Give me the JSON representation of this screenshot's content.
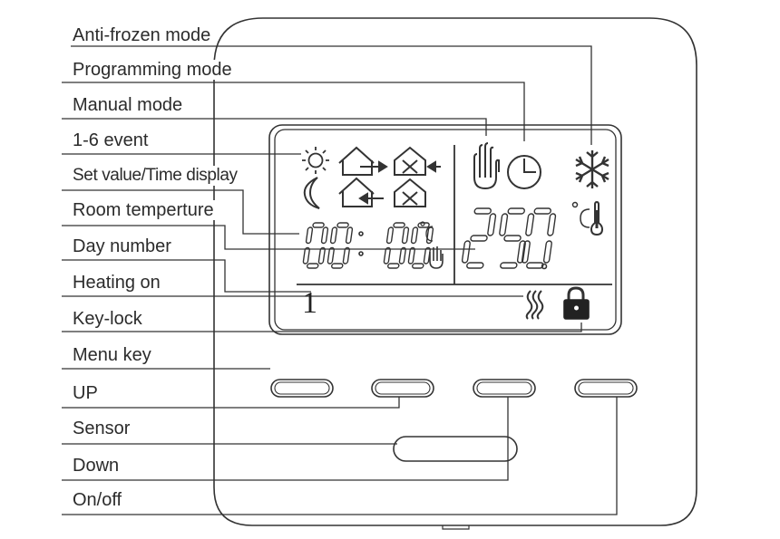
{
  "labels": [
    {
      "id": "anti-frozen-mode",
      "text": "Anti-frozen mode"
    },
    {
      "id": "programming-mode",
      "text": "Programming mode"
    },
    {
      "id": "manual-mode",
      "text": "Manual mode"
    },
    {
      "id": "event",
      "text": "1-6 event"
    },
    {
      "id": "set-value-time-display",
      "text": "Set value/Time display"
    },
    {
      "id": "room-temperature",
      "text": "Room temperture"
    },
    {
      "id": "day-number",
      "text": "Day number"
    },
    {
      "id": "heating-on",
      "text": "Heating on"
    },
    {
      "id": "key-lock",
      "text": "Key-lock"
    },
    {
      "id": "menu-key",
      "text": "Menu key"
    },
    {
      "id": "up",
      "text": "UP"
    },
    {
      "id": "sensor",
      "text": "Sensor"
    },
    {
      "id": "down",
      "text": "Down"
    },
    {
      "id": "on-off",
      "text": "On/off"
    }
  ],
  "display": {
    "time_value": "00:00",
    "temperature_value": "25.0",
    "day_number": "1"
  },
  "icons": [
    "sun-icon",
    "moon-icon",
    "house-arrow-out-icon",
    "house-arrow-in-icon",
    "event-house-icon",
    "hand-icon",
    "clock-icon",
    "snowflake-icon",
    "thermometer-icon",
    "heating-waves-icon",
    "padlock-icon"
  ],
  "colors": {
    "line": "#3a3a3a",
    "text": "#2b2b2b"
  }
}
